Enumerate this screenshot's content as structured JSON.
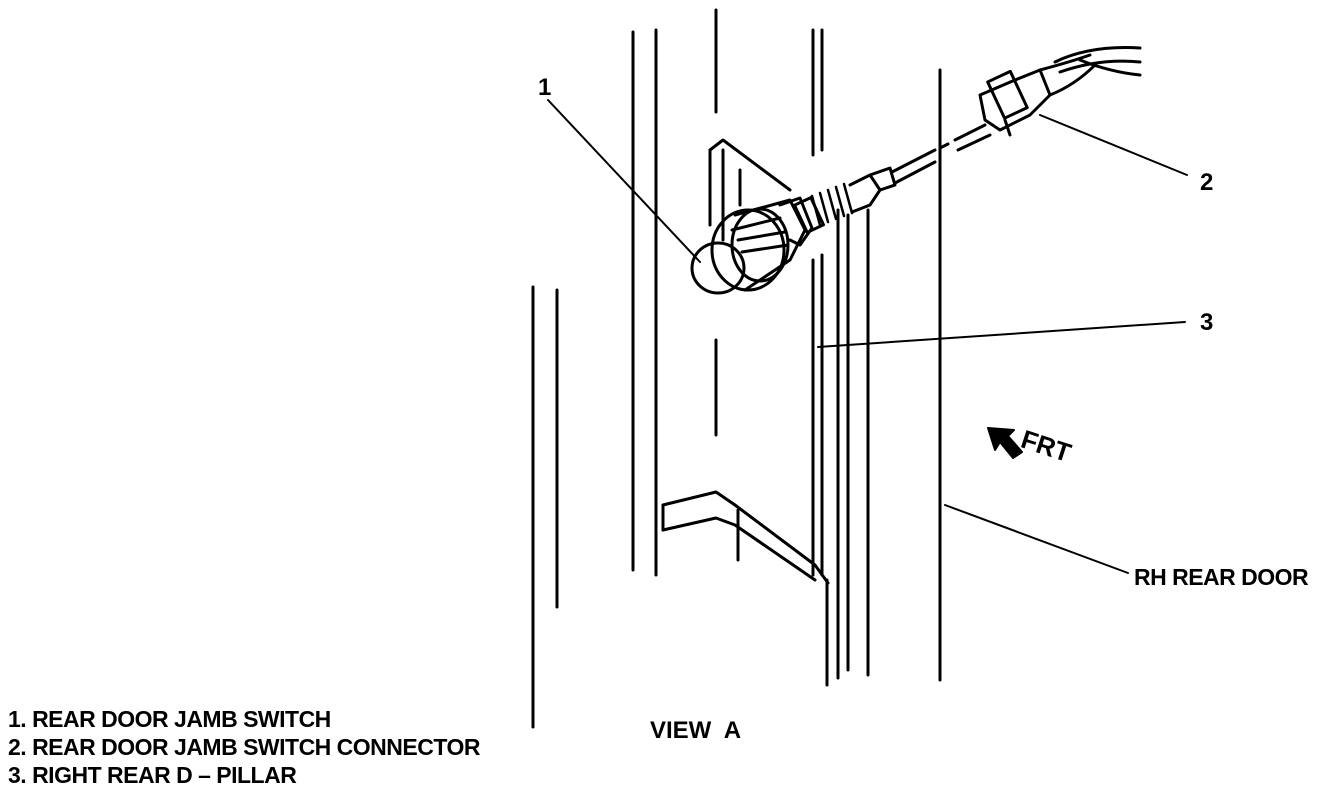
{
  "callouts": {
    "item_1": "1",
    "item_2": "2",
    "item_3": "3",
    "rh_rear_door": "RH REAR DOOR"
  },
  "direction": {
    "label": "FRT"
  },
  "view_label": "VIEW  A",
  "legend": [
    "1. REAR DOOR JAMB SWITCH",
    "2. REAR DOOR JAMB SWITCH CONNECTOR",
    "3. RIGHT REAR D – PILLAR"
  ],
  "colors": {
    "ink": "#000000",
    "paper": "#ffffff"
  }
}
